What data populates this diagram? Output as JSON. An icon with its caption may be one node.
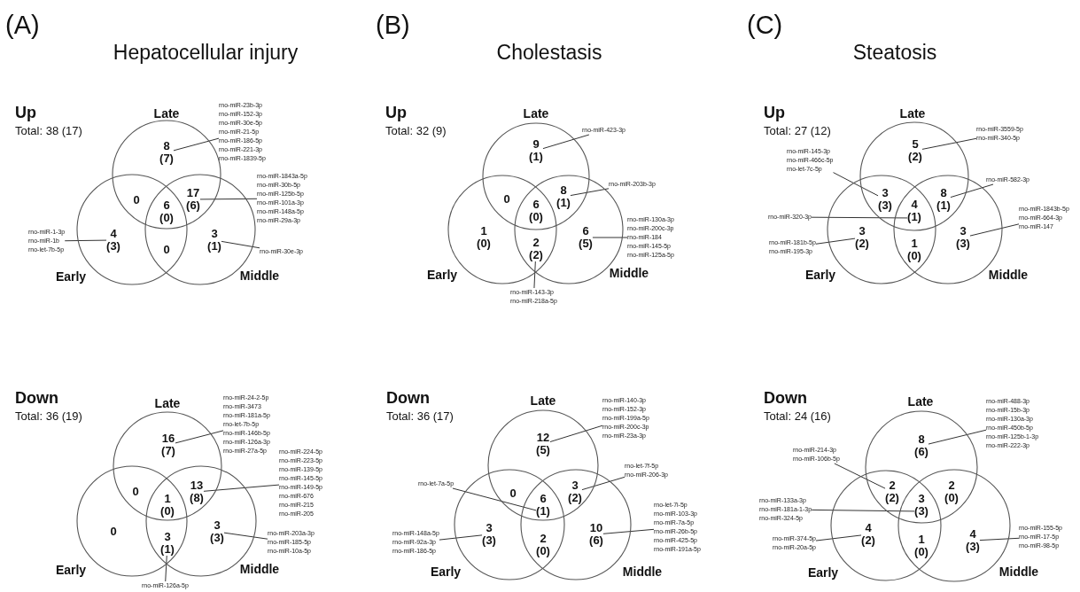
{
  "diagram": {
    "nodes": [
      {
        "text": [
          "Late"
        ]
      },
      {
        "text": [
          "Early"
        ]
      },
      {
        "text": [
          "Middle"
        ]
      },
      {
        "text": [
          "8 (7)"
        ],
        "in": 0
      },
      {
        "text": [
          "0"
        ]
      },
      {
        "text": [
          "6 (0)"
        ]
      },
      {
        "text": [
          "17 (6)"
        ]
      },
      {
        "text": [
          "4 (3)"
        ],
        "in": 1
      },
      {
        "text": [
          "0"
        ]
      },
      {
        "text": [
          "3 (1)"
        ],
        "in": 2
      },
      {
        "text": [
          "rno-miR-23b-3p rno-miR-152-3p rno-miR-30e-5p rno-miR-21-5p rno-miR-186-5p rno-miR-221-3p rno-miR-1839-5p"
        ]
      },
      {
        "text": [
          "rno-miR-1843a-5p rno-miR-30b-5p rno-miR-125b-5p rno-miR-101a-3p rno-miR-148a-5p rno-miR-29a-3p"
        ]
      },
      {
        "text": [
          "rno-miR-1-3p rno-miR-1b rno-let-7b-5p"
        ]
      },
      {
        "text": [
          "rno-miR-30e-3p"
        ]
      },
      {
        "text": [
          "Late"
        ]
      },
      {
        "text": [
          "Early"
        ]
      },
      {
        "text": [
          "Middle"
        ]
      },
      {
        "text": [
          "9 (1)"
        ],
        "in": 14
      },
      {
        "text": [
          "0"
        ]
      },
      {
        "text": [
          "6 (0)"
        ]
      },
      {
        "text": [
          "8 (1)"
        ]
      },
      {
        "text": [
          "1 (0)"
        ],
        "in": 15
      },
      {
        "text": [
          "2 (2)"
        ]
      },
      {
        "text": [
          "6 (5)"
        ],
        "in": 16
      },
      {
        "text": [
          "rno-miR-423-3p"
        ]
      },
      {
        "text": [
          "rno-miR-203b-3p"
        ]
      },
      {
        "text": [
          "rno-miR-130a-3p rno-miR-200c-3p rno-miR-184 rno-miR-145-5p rno-miR-125a-5p"
        ]
      },
      {
        "text": [
          "rno-miR-143-3p rno-miR-218a-5p"
        ]
      },
      {
        "text": [
          "Late"
        ]
      },
      {
        "text": [
          "Early"
        ]
      },
      {
        "text": [
          "Middle"
        ]
      },
      {
        "text": [
          "5 (2)"
        ],
        "in": 28
      },
      {
        "text": [
          "3 (3)"
        ]
      },
      {
        "text": [
          "4 (1)"
        ]
      },
      {
        "text": [
          "8 (1)"
        ]
      },
      {
        "text": [
          "3 (2)"
        ],
        "in": 29
      },
      {
        "text": [
          "1 (0)"
        ]
      },
      {
        "text": [
          "3 (3)"
        ],
        "in": 30
      },
      {
        "text": [
          "rno-miR-3559-5p rno-miR-340-5p"
        ]
      },
      {
        "text": [
          "rno-miR-145-3p rno-miR-466c-5p rno-let-7c-5p"
        ]
      },
      {
        "text": [
          "rno-miR-582-3p"
        ]
      },
      {
        "text": [
          "rno-miR-320-3p"
        ]
      },
      {
        "text": [
          "rno-miR-1843b-5p rno-miR-664-3p rno-miR-147"
        ]
      },
      {
        "text": [
          "rno-miR-181b-5p rno-miR-195-3p"
        ]
      },
      {
        "text": [
          "Late"
        ]
      },
      {
        "text": [
          "Early"
        ]
      },
      {
        "text": [
          "Middle"
        ]
      },
      {
        "text": [
          "16 (7)"
        ],
        "in": 44
      },
      {
        "text": [
          "0"
        ]
      },
      {
        "text": [
          "1 (0)"
        ]
      },
      {
        "text": [
          "13 (8)"
        ]
      },
      {
        "text": [
          "0"
        ],
        "in": 45
      },
      {
        "text": [
          "3 (1)"
        ]
      },
      {
        "text": [
          "3 (3)"
        ],
        "in": 46
      },
      {
        "text": [
          "rno-miR-24-2-5p rno-miR-3473 rno-miR-181a-5p rno-let-7b-5p rno-miR-146b-5p rno-miR-126a-3p rno-miR-27a-5p"
        ]
      },
      {
        "text": [
          "rno-miR-224-5p rno-miR-223-5p rno-miR-139-5p rno-miR-145-5p rno-miR-149-5p rno-miR-676 rno-miR-215 rno-miR-205"
        ]
      },
      {
        "text": [
          "rno-miR-203a-3p rno-miR-185-5p rno-miR-10a-5p"
        ]
      },
      {
        "text": [
          "rno-miR-126a-5p"
        ]
      },
      {
        "text": [
          "Late"
        ]
      },
      {
        "text": [
          "Early"
        ]
      },
      {
        "text": [
          "Middle"
        ]
      },
      {
        "text": [
          "12 (5)"
        ],
        "in": 58
      },
      {
        "text": [
          "0"
        ]
      },
      {
        "text": [
          "6 (1)"
        ]
      },
      {
        "text": [
          "3 (2)"
        ]
      },
      {
        "text": [
          "3 (3)"
        ],
        "in": 59
      },
      {
        "text": [
          "2 (0)"
        ]
      },
      {
        "text": [
          "10 (6)"
        ],
        "in": 60
      },
      {
        "text": [
          "rno-miR-140-3p rno-miR-152-3p rno-miR-199a-5p rno-miR-200c-3p rno-miR-23a-3p"
        ]
      },
      {
        "text": [
          "rno-let-7f-5p rno-miR-206-3p"
        ]
      },
      {
        "text": [
          "rno-let-7a-5p"
        ]
      },
      {
        "text": [
          "rno-miR-148a-5p rno-miR-92a-3p rno-miR-186-5p"
        ]
      },
      {
        "text": [
          "rno-let-7i-5p rno-miR-103-3p rno-miR-7a-5p rno-miR-26b-5p rno-miR-425-5p rno-miR-191a-5p"
        ]
      },
      {
        "text": [
          "Late"
        ]
      },
      {
        "text": [
          "Early"
        ]
      },
      {
        "text": [
          "Middle"
        ]
      },
      {
        "text": [
          "8 (6)"
        ],
        "in": 73
      },
      {
        "text": [
          "2 (2)"
        ]
      },
      {
        "text": [
          "3 (3)"
        ]
      },
      {
        "text": [
          "2 (0)"
        ]
      },
      {
        "text": [
          "4 (2)"
        ],
        "in": 74
      },
      {
        "text": [
          "1 (0)"
        ]
      },
      {
        "text": [
          "4 (3)"
        ],
        "in": 75
      },
      {
        "text": [
          "rno-miR-488-3p rno-miR-15b-3p rno-miR-130a-3p rno-miR-450b-5p rno-miR-125b-1-3p rno-miR-222-3p"
        ]
      },
      {
        "text": [
          "rno-miR-214-3p rno-miR-106b-5p"
        ]
      },
      {
        "text": [
          "rno-miR-133a-3p rno-miR-181a-1-3p rno-miR-324-5p"
        ]
      },
      {
        "text": [
          "rno-miR-374-5p rno-miR-20a-5p"
        ]
      },
      {
        "text": [
          "rno-miR-155-5p rno-miR-17-5p rno-miR-98-5p"
        ]
      }
    ],
    "edges": [
      {
        "from": 10,
        "to": 3,
        "arrow": "none"
      },
      {
        "from": 11,
        "to": 6,
        "arrow": "none"
      },
      {
        "from": 12,
        "to": 7,
        "arrow": "none"
      },
      {
        "from": 13,
        "to": 9,
        "arrow": "none"
      },
      {
        "from": 24,
        "to": 17,
        "arrow": "none"
      },
      {
        "from": 25,
        "to": 20,
        "arrow": "none"
      },
      {
        "from": 26,
        "to": 23,
        "arrow": "none"
      },
      {
        "from": 27,
        "to": 22,
        "arrow": "none"
      },
      {
        "from": 38,
        "to": 31,
        "arrow": "none"
      },
      {
        "from": 39,
        "to": 32,
        "arrow": "none"
      },
      {
        "from": 40,
        "to": 34,
        "arrow": "none"
      },
      {
        "from": 41,
        "to": 33,
        "arrow": "none"
      },
      {
        "from": 42,
        "to": 37,
        "arrow": "none"
      },
      {
        "from": 43,
        "to": 35,
        "arrow": "none"
      },
      {
        "from": 54,
        "to": 47,
        "arrow": "none"
      },
      {
        "from": 55,
        "to": 50,
        "arrow": "none"
      },
      {
        "from": 56,
        "to": 53,
        "arrow": "none"
      },
      {
        "from": 57,
        "to": 52,
        "arrow": "none"
      },
      {
        "from": 68,
        "to": 61,
        "arrow": "none"
      },
      {
        "from": 69,
        "to": 64,
        "arrow": "none"
      },
      {
        "from": 70,
        "to": 63,
        "arrow": "none"
      },
      {
        "from": 71,
        "to": 65,
        "arrow": "none"
      },
      {
        "from": 72,
        "to": 67,
        "arrow": "none"
      },
      {
        "from": 83,
        "to": 76,
        "arrow": "none"
      },
      {
        "from": 84,
        "to": 77,
        "arrow": "none"
      },
      {
        "from": 85,
        "to": 78,
        "arrow": "none"
      },
      {
        "from": 86,
        "to": 80,
        "arrow": "none"
      },
      {
        "from": 87,
        "to": 82,
        "arrow": "none"
      }
    ],
    "labels": [
      "(A)",
      "Hepatocellular injury",
      "(B)",
      "Cholestasis",
      "(C)",
      "Steatosis",
      "Up",
      "Total: 38 (17)",
      "Up",
      "Total: 32 (9)",
      "Up",
      "Total: 27 (12)",
      "Down",
      "Total: 36 (19)",
      "Down",
      "Total: 36 (17)",
      "Down",
      "Total: 24 (16)"
    ]
  }
}
